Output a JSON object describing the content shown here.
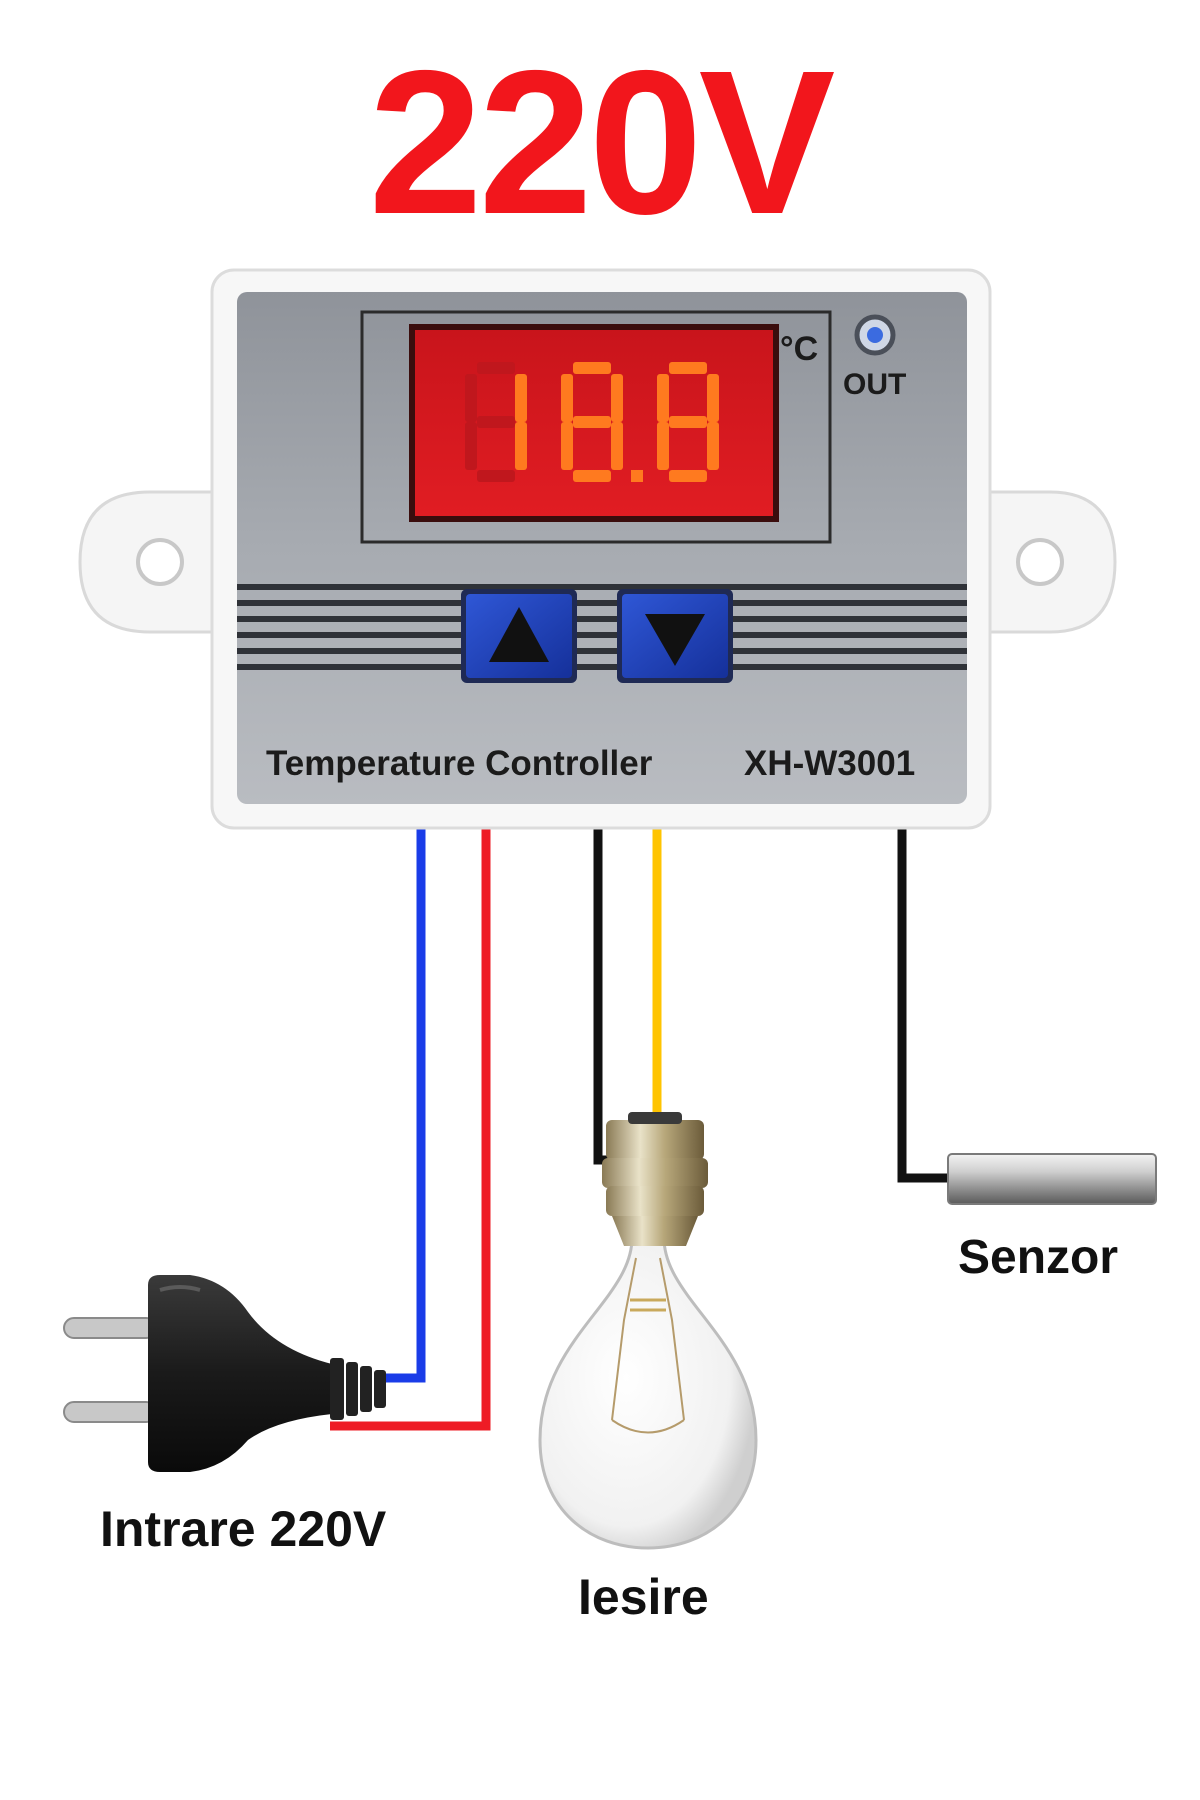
{
  "headline": "220V",
  "device": {
    "title": "Temperature Controller",
    "model": "XH-W3001",
    "unit": "°C",
    "out_label": "OUT",
    "display_digits": "18.8",
    "colors": {
      "display": "#ef1b22",
      "panel": "#9a9ea5",
      "button": "#1d3fb8"
    }
  },
  "buttons": [
    {
      "icon": "triangle-up-icon"
    },
    {
      "icon": "triangle-down-icon"
    }
  ],
  "wires": {
    "blue": "#1a3ce8",
    "red": "#ee1c25",
    "yellow": "#ffc400",
    "black": "#111111"
  },
  "labels": {
    "input": "Intrare 220V",
    "output": "Iesire",
    "sensor": "Senzor"
  }
}
